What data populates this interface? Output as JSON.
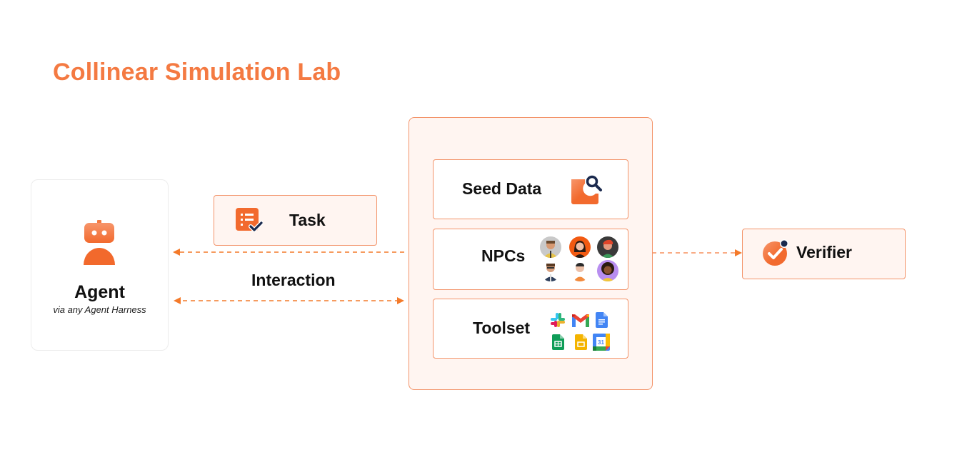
{
  "title": "Collinear Simulation Lab",
  "agent": {
    "label": "Agent",
    "subtitle": "via any Agent Harness",
    "icon": "robot-icon"
  },
  "task": {
    "label": "Task",
    "icon": "task-checklist-icon"
  },
  "interaction": {
    "label": "Interaction"
  },
  "environment": {
    "seed_data": {
      "label": "Seed Data",
      "icon": "data-search-icon"
    },
    "npcs": {
      "label": "NPCs",
      "avatars": [
        "avatar-man-yellow-vest",
        "avatar-woman-orange-bg",
        "avatar-man-redhair-dark-bg",
        "avatar-man-glasses-suit",
        "avatar-man-orange-shirt",
        "avatar-woman-curly-purple-bg"
      ]
    },
    "toolset": {
      "label": "Toolset",
      "tools": [
        "Slack",
        "Gmail",
        "Google Docs",
        "Google Sheets",
        "Google Slides",
        "Google Calendar"
      ],
      "calendar_day": "31"
    }
  },
  "verifier": {
    "label": "Verifier",
    "icon": "verifier-check-icon"
  },
  "colors": {
    "accent": "#f47a42",
    "border": "#f3946a",
    "box_fill": "#fff5f1",
    "navy": "#1b2a4e"
  }
}
